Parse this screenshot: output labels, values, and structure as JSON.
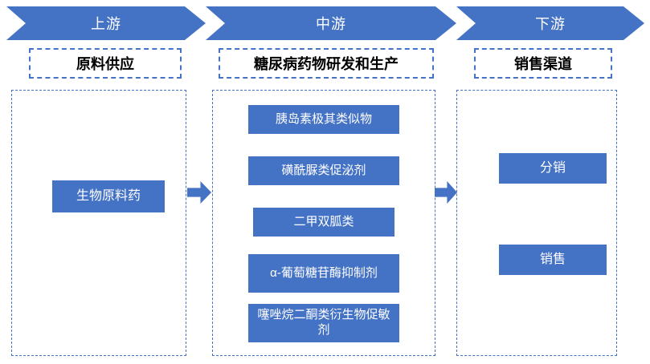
{
  "diagram": {
    "accent_color": "#4472C4",
    "stages": [
      {
        "banner": "上游",
        "title": "原料供应",
        "items": [
          "生物原料药"
        ]
      },
      {
        "banner": "中游",
        "title": "糖尿病药物研发和生产",
        "items": [
          "胰岛素极其类似物",
          "磺酰脲类促泌剂",
          "二甲双胍类",
          "α-葡萄糖苷酶抑制剂",
          "噻唑烷二酮类衍生物促敏剂"
        ]
      },
      {
        "banner": "下游",
        "title": "销售渠道",
        "items": [
          "分销",
          "销售"
        ]
      }
    ]
  }
}
